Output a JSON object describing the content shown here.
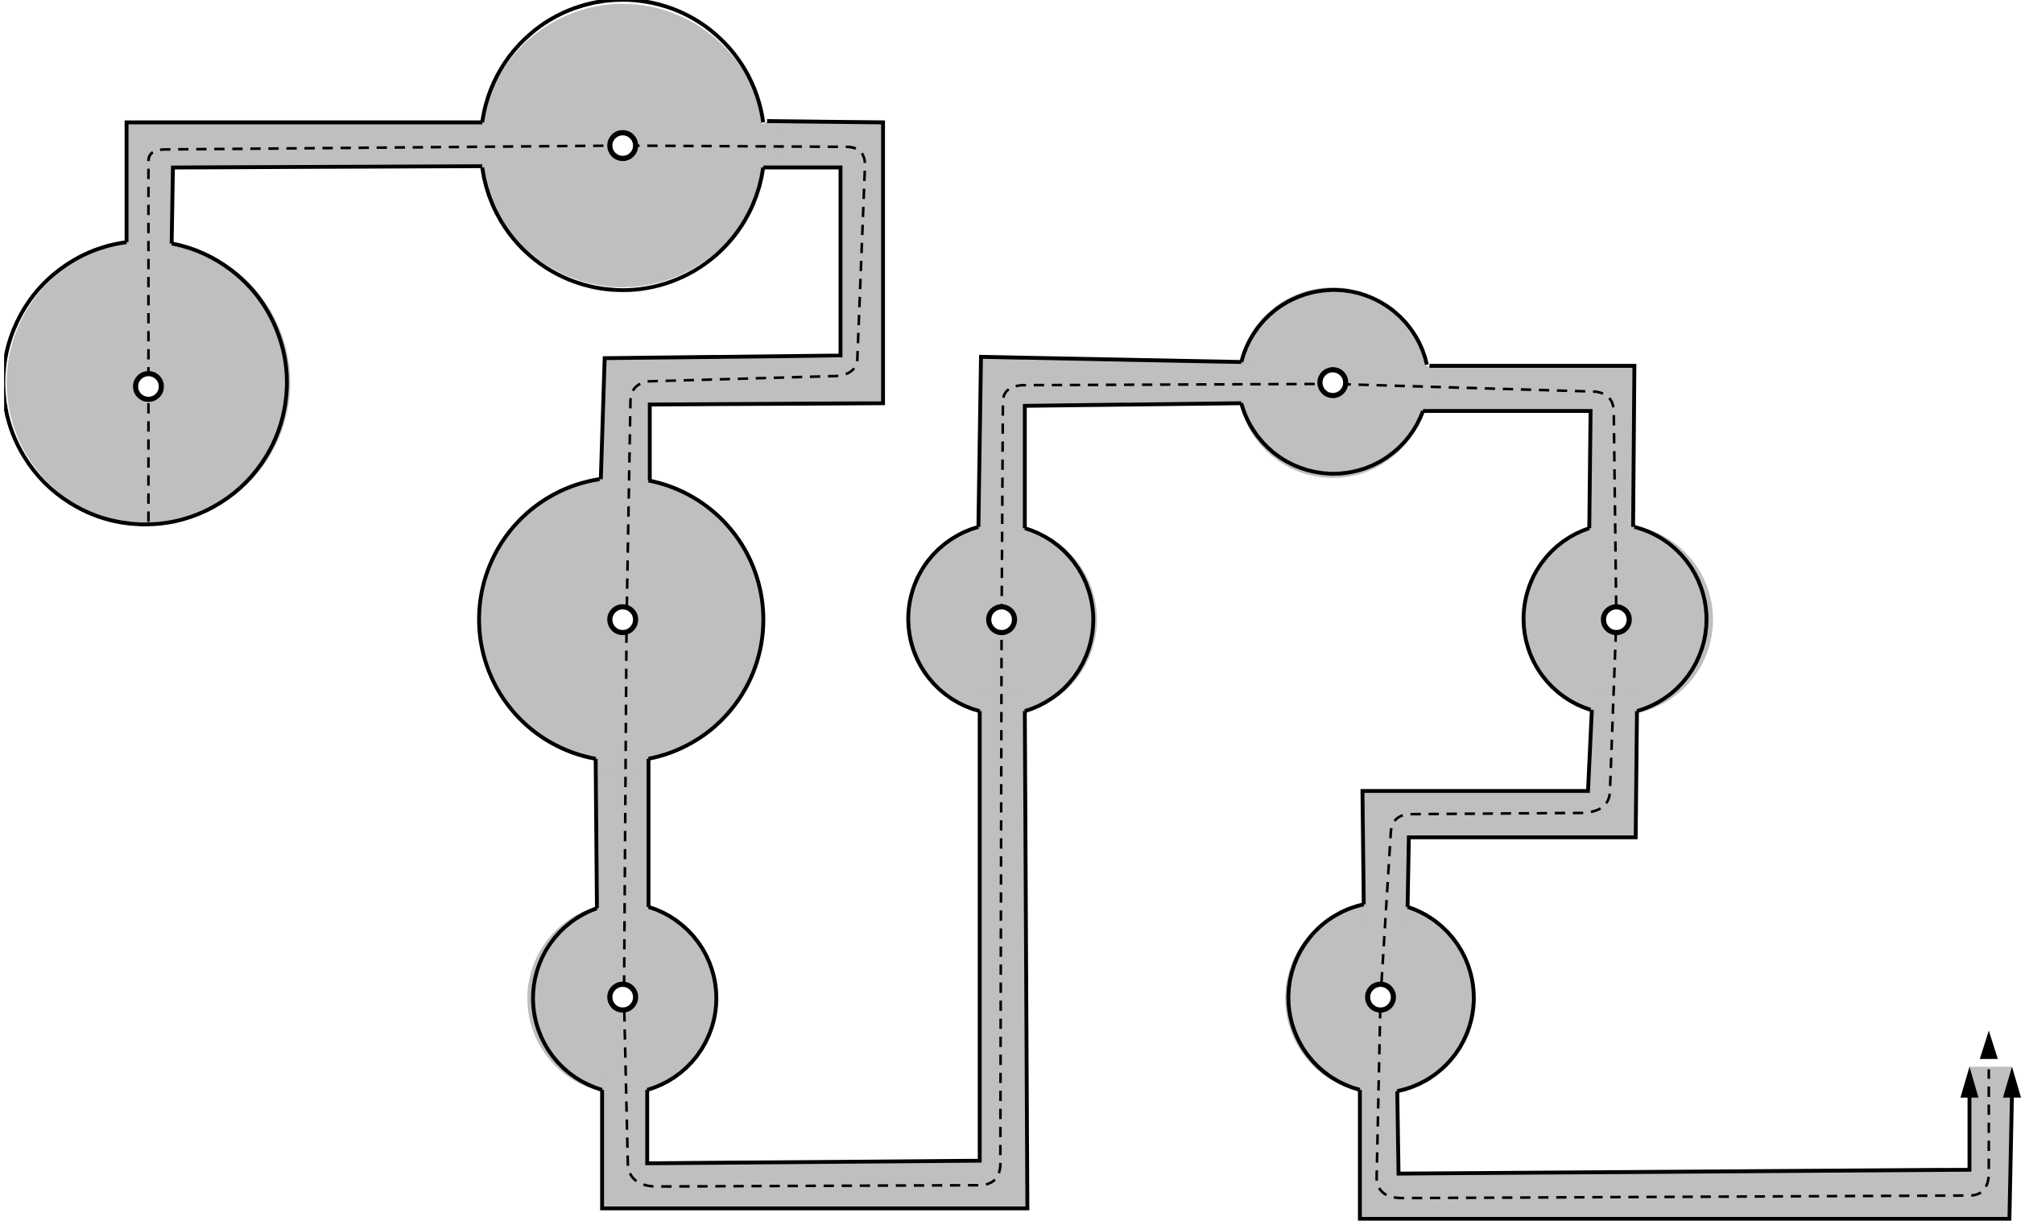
{
  "diagram": {
    "description": "",
    "colors": {
      "channel_fill": "#bfbfbf",
      "stroke": "#000000",
      "background": "#ffffff",
      "node_fill": "#ffffff"
    },
    "chambers": [
      {
        "id": "chamber-1",
        "size": "large"
      },
      {
        "id": "chamber-2",
        "size": "large"
      },
      {
        "id": "chamber-3",
        "size": "large"
      },
      {
        "id": "chamber-4",
        "size": "small"
      },
      {
        "id": "chamber-5",
        "size": "small"
      },
      {
        "id": "chamber-6",
        "size": "small"
      },
      {
        "id": "chamber-7",
        "size": "small"
      },
      {
        "id": "chamber-8",
        "size": "small"
      }
    ],
    "flow_path": {
      "style": "dashed",
      "direction": "up-at-outlet"
    },
    "outlet": {
      "arrows": 3
    }
  }
}
